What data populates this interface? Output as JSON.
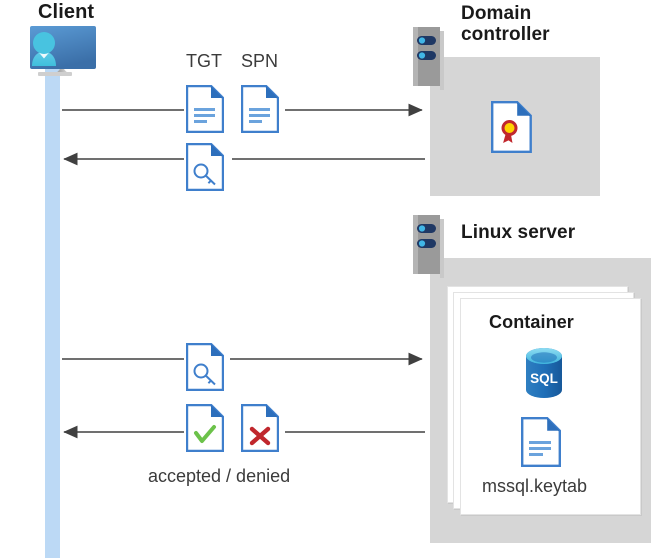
{
  "diagram": {
    "title": "Kerberos authentication flow between client, domain controller and Linux server container",
    "type": "sequence-diagram"
  },
  "client": {
    "title": "Client",
    "icon": "client-computer-icon",
    "lifeline_color": "#bcd9f5"
  },
  "domain_controller": {
    "title": "Domain controller",
    "title_line1": "Domain",
    "title_line2": "controller",
    "rack_icon": "server-rack-icon",
    "panel_color": "#d6d6d6",
    "contents": [
      {
        "icon": "certificate-document-icon",
        "label": ""
      }
    ]
  },
  "linux_server": {
    "title": "Linux server",
    "rack_icon": "server-rack-icon",
    "panel_color": "#d6d6d6",
    "container": {
      "title": "Container",
      "stack_count": 3,
      "items": [
        {
          "icon": "sql-database-icon",
          "label": "SQL"
        },
        {
          "icon": "keytab-document-icon",
          "label": "mssql.keytab"
        }
      ]
    }
  },
  "messages": [
    {
      "id": "msg-1",
      "direction": "right",
      "from": "client",
      "to": "domain-controller",
      "labels": [
        "TGT",
        "SPN"
      ],
      "icons": [
        "document-icon",
        "document-icon"
      ]
    },
    {
      "id": "msg-2",
      "direction": "left",
      "from": "domain-controller",
      "to": "client",
      "labels": [],
      "icons": [
        "key-document-icon"
      ]
    },
    {
      "id": "msg-3",
      "direction": "right",
      "from": "client",
      "to": "linux-server",
      "labels": [],
      "icons": [
        "key-document-icon"
      ]
    },
    {
      "id": "msg-4",
      "direction": "left",
      "from": "linux-server",
      "to": "client",
      "labels": [
        "accepted / denied"
      ],
      "icons": [
        "accepted-document-icon",
        "denied-document-icon"
      ]
    }
  ],
  "labels": {
    "tgt": "TGT",
    "spn": "SPN",
    "accepted_denied": "accepted / denied",
    "keytab": "mssql.keytab",
    "sql": "SQL",
    "container": "Container"
  },
  "colors": {
    "accent_blue": "#3f7fcc",
    "doc_fold_blue": "#2d6fbc",
    "panel_gray": "#d6d6d6",
    "rack_gray": "#9a9a9a",
    "rack_dark": "#1f3864",
    "rack_led": "#41b6e6",
    "arrow_gray": "#404040",
    "lifeline_blue": "#bcd9f5",
    "check_green": "#6cc24a",
    "cross_red": "#c0272d",
    "cert_red": "#c1272d",
    "cert_gold": "#ffd200",
    "sql_blue": "#1f6fb8",
    "sql_top": "#50c3e8",
    "text_dark": "#1a1a1a"
  }
}
